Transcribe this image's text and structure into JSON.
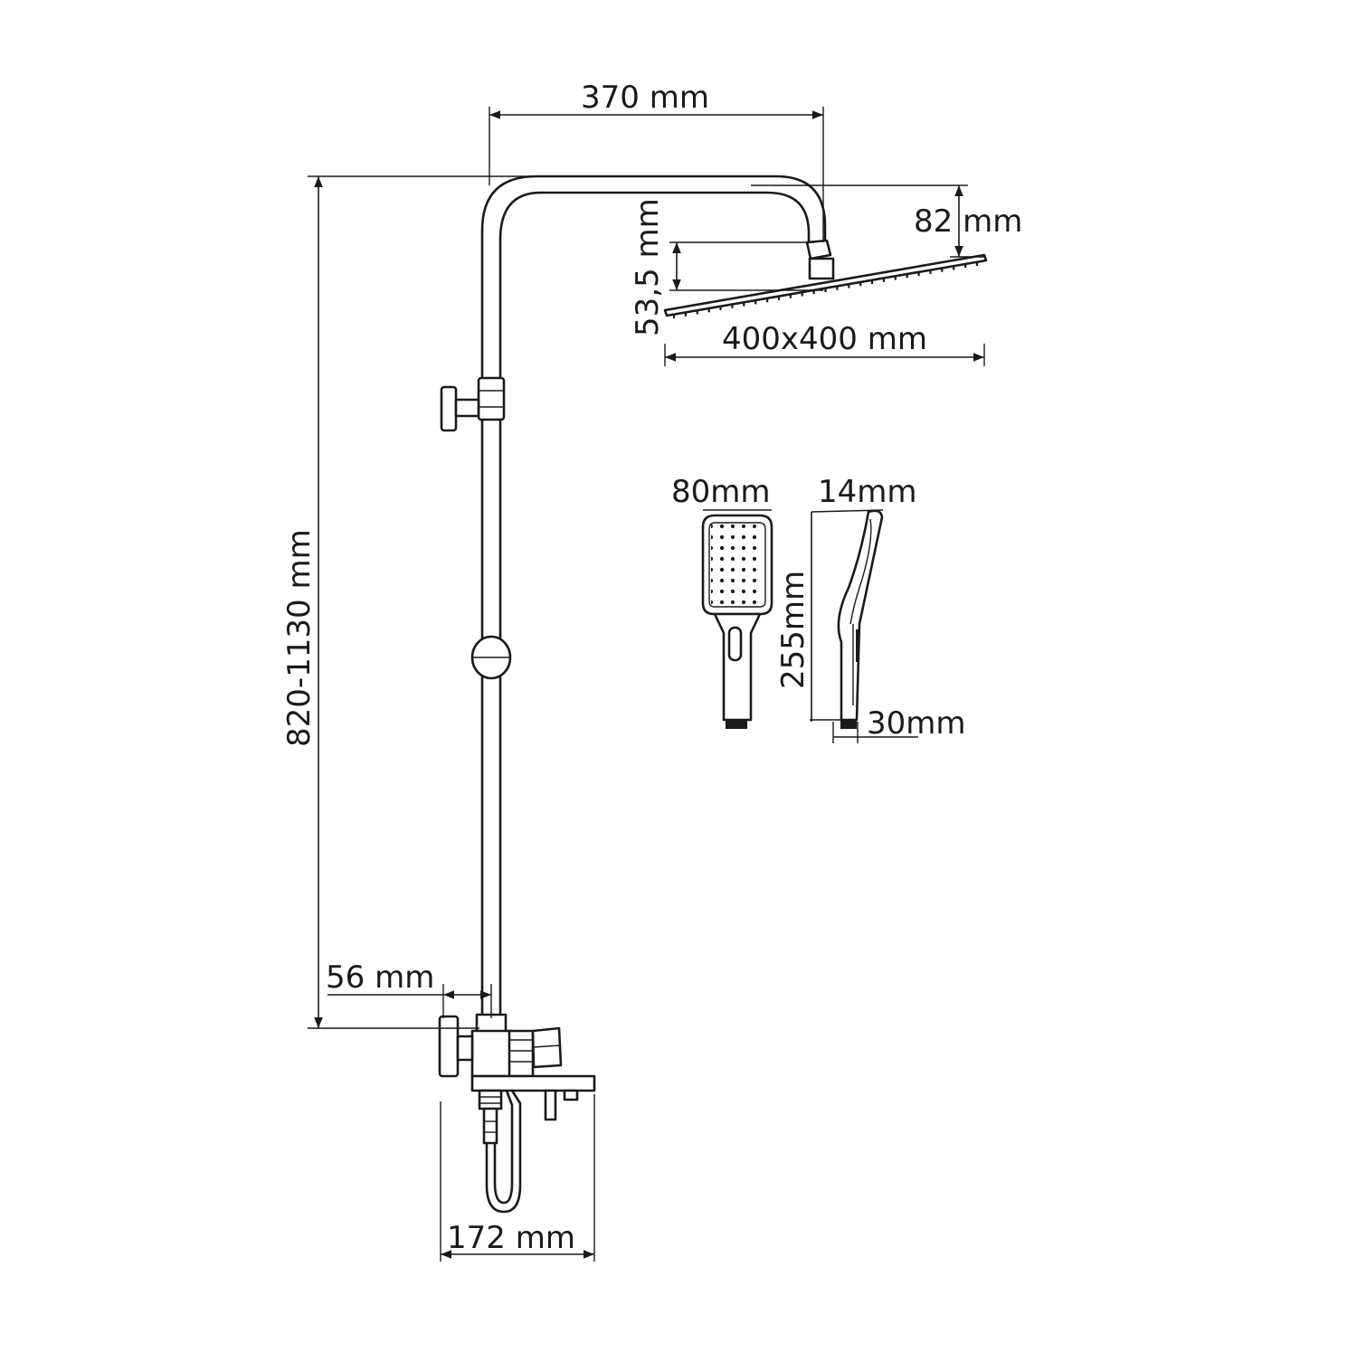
{
  "dimensions": {
    "arm_reach": "370 mm",
    "arm_height": "82 mm",
    "head_thickness": "53,5 mm",
    "head_size": "400x400 mm",
    "height_range": "820-1130 mm",
    "wall_offset": "56 mm",
    "mixer_width": "172 mm",
    "hand_width": "80mm",
    "hand_thickness": "14mm",
    "hand_length": "255mm",
    "handle_base": "30mm"
  },
  "colors": {
    "line": "#1a1a1a",
    "background": "#ffffff",
    "grey_fill": "#8a8a8a"
  }
}
